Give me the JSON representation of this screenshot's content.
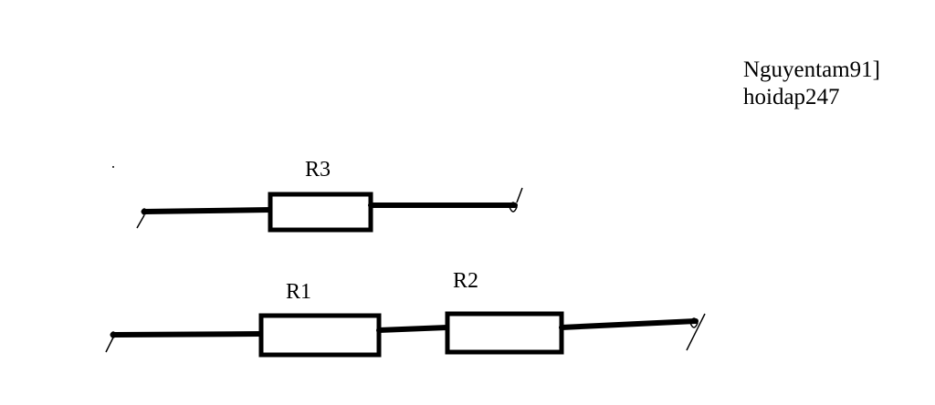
{
  "watermark": {
    "line1": "Nguyentam91]",
    "line2": "hoidap247"
  },
  "circuit_top": {
    "resistor_label": "R3"
  },
  "circuit_bottom": {
    "resistor1_label": "R1",
    "resistor2_label": "R2"
  },
  "colors": {
    "ink": "#000000",
    "background": "#ffffff"
  }
}
